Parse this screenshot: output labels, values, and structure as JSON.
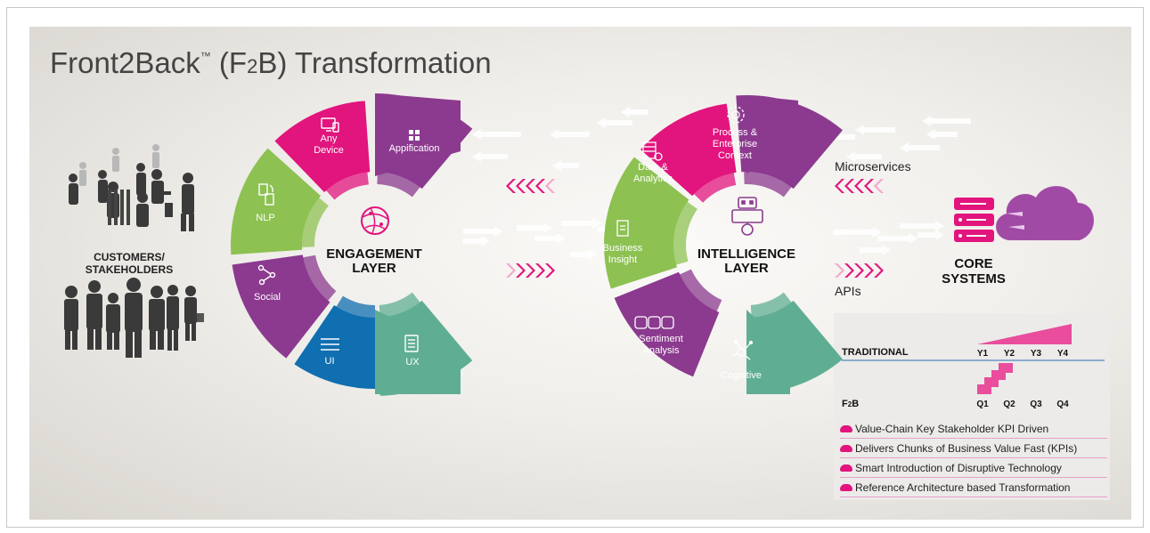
{
  "title_main": "Front2Back",
  "title_tm": "™",
  "title_paren_open": " (F",
  "title_sub": "2",
  "title_rest": "B) Transformation",
  "customers_label_1": "CUSTOMERS/",
  "customers_label_2": "STAKEHOLDERS",
  "engagement": {
    "center_1": "ENGAGEMENT",
    "center_2": "LAYER",
    "segments": {
      "any_device_1": "Any",
      "any_device_2": "Device",
      "appification": "Appification",
      "nlp": "NLP",
      "social": "Social",
      "ui": "UI",
      "ux": "UX"
    }
  },
  "intelligence": {
    "center_1": "INTELLIGENCE",
    "center_2": "LAYER",
    "segments": {
      "data_1": "Data &",
      "data_2": "Analytics",
      "process_1": "Process &",
      "process_2": "Enterprise",
      "process_3": "Context",
      "business_1": "Business",
      "business_2": "Insight",
      "sentiment_1": "Sentiment",
      "sentiment_2": "Analysis",
      "cognitive": "Cognitive"
    }
  },
  "microservices": "Microservices",
  "apis": "APIs",
  "core_1": "CORE",
  "core_2": "SYSTEMS",
  "timeline": {
    "traditional": "TRADITIONAL",
    "f2b_main": "F",
    "f2b_sub": "2",
    "f2b_rest": "B",
    "years": [
      "Y1",
      "Y2",
      "Y3",
      "Y4"
    ],
    "quarters": [
      "Q1",
      "Q2",
      "Q3",
      "Q4"
    ]
  },
  "bullets": [
    "Value-Chain Key Stakeholder KPI Driven",
    "Delivers Chunks of Business Value Fast (KPIs)",
    "Smart Introduction of Disruptive Technology",
    "Reference Architecture based Transformation"
  ],
  "colors": {
    "magenta": "#e2147d",
    "purple": "#8b3a8f",
    "green": "#8dc152",
    "blue": "#0f6fb0",
    "teal": "#5fae93",
    "pink_light": "#f5a6cf"
  }
}
